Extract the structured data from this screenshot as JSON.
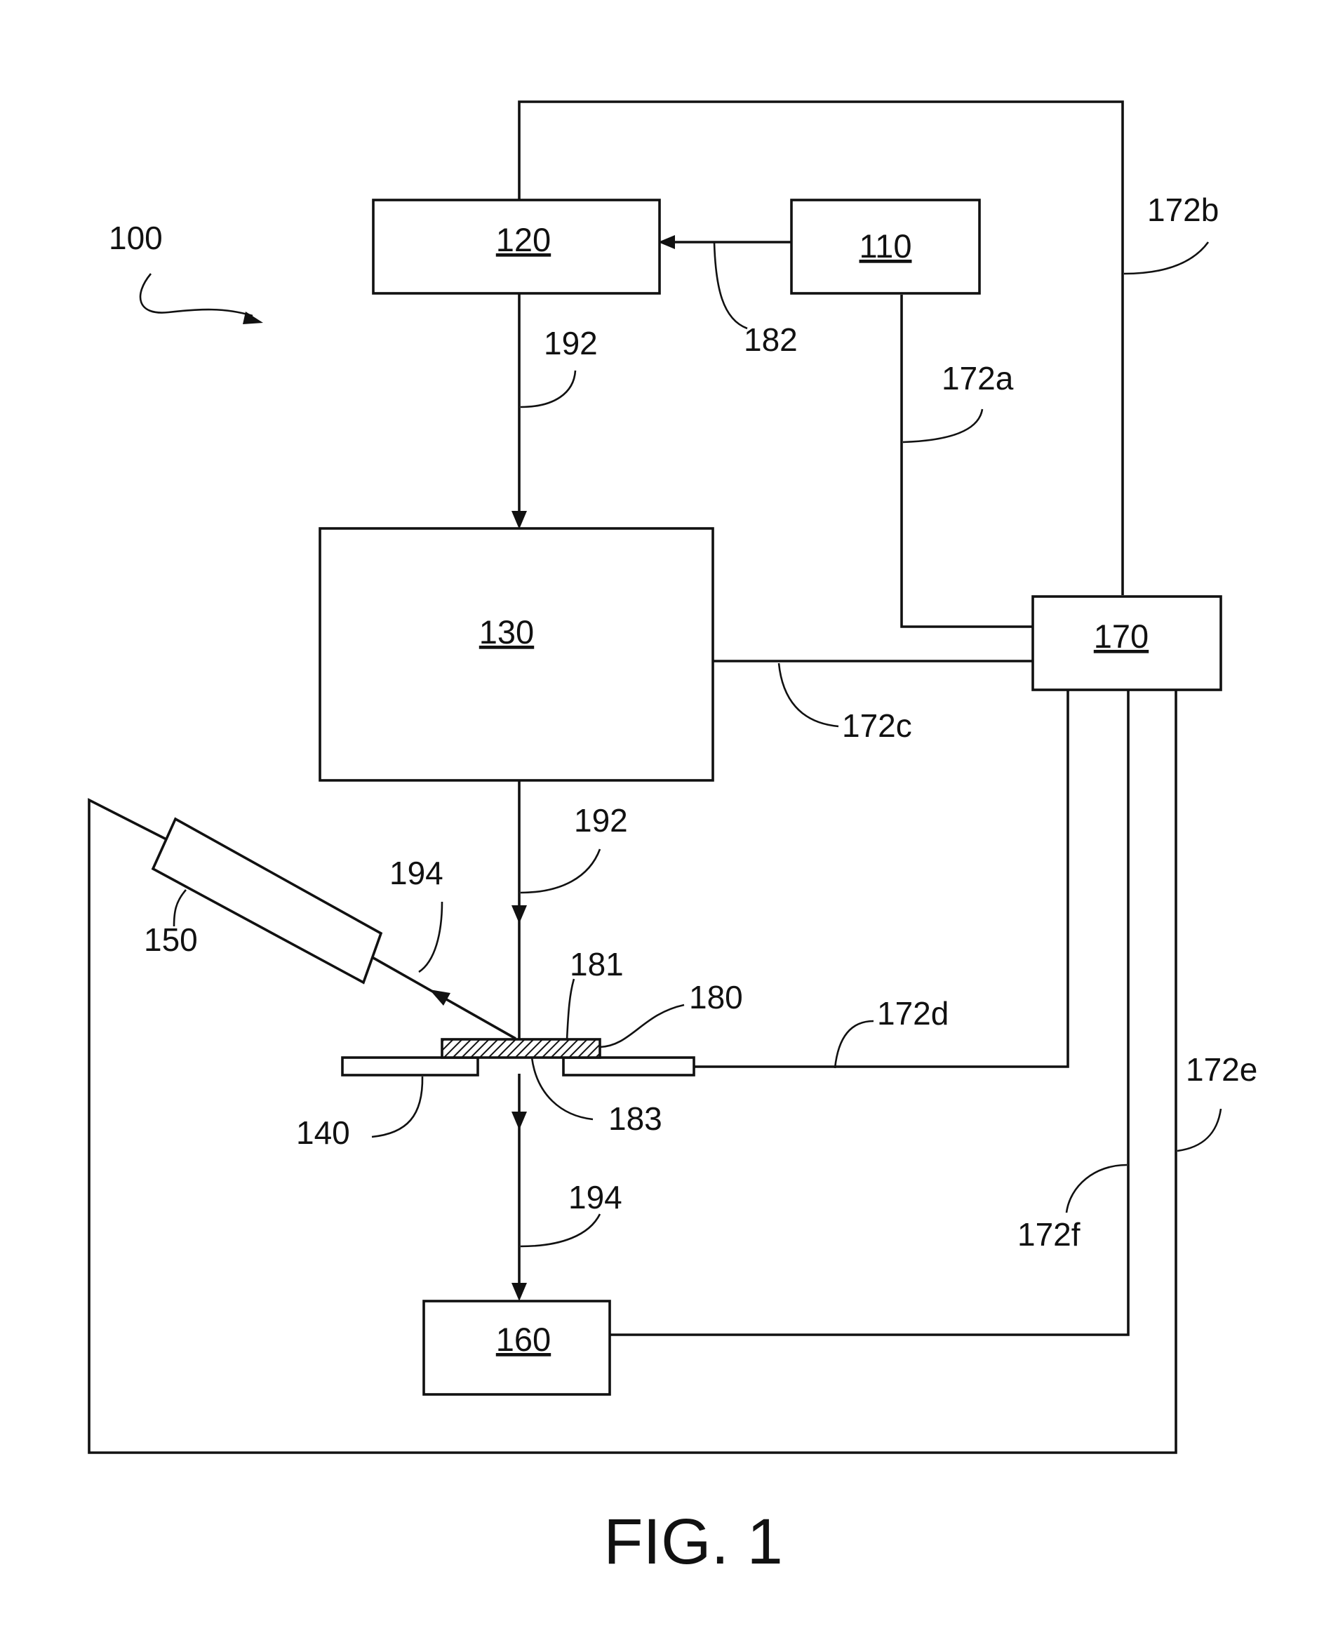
{
  "figure": {
    "caption": "FIG. 1",
    "system_label": "100",
    "boxes": {
      "b110": "110",
      "b120": "120",
      "b130": "130",
      "b160": "160",
      "b170": "170"
    },
    "components": {
      "c140": "140",
      "c150": "150",
      "c180": "180",
      "c181": "181",
      "c183": "183"
    },
    "signals": {
      "s182": "182",
      "s192_top": "192",
      "s192_mid": "192",
      "s194_upper": "194",
      "s194_lower": "194",
      "s172a": "172a",
      "s172b": "172b",
      "s172c": "172c",
      "s172d": "172d",
      "s172e": "172e",
      "s172f": "172f"
    }
  }
}
